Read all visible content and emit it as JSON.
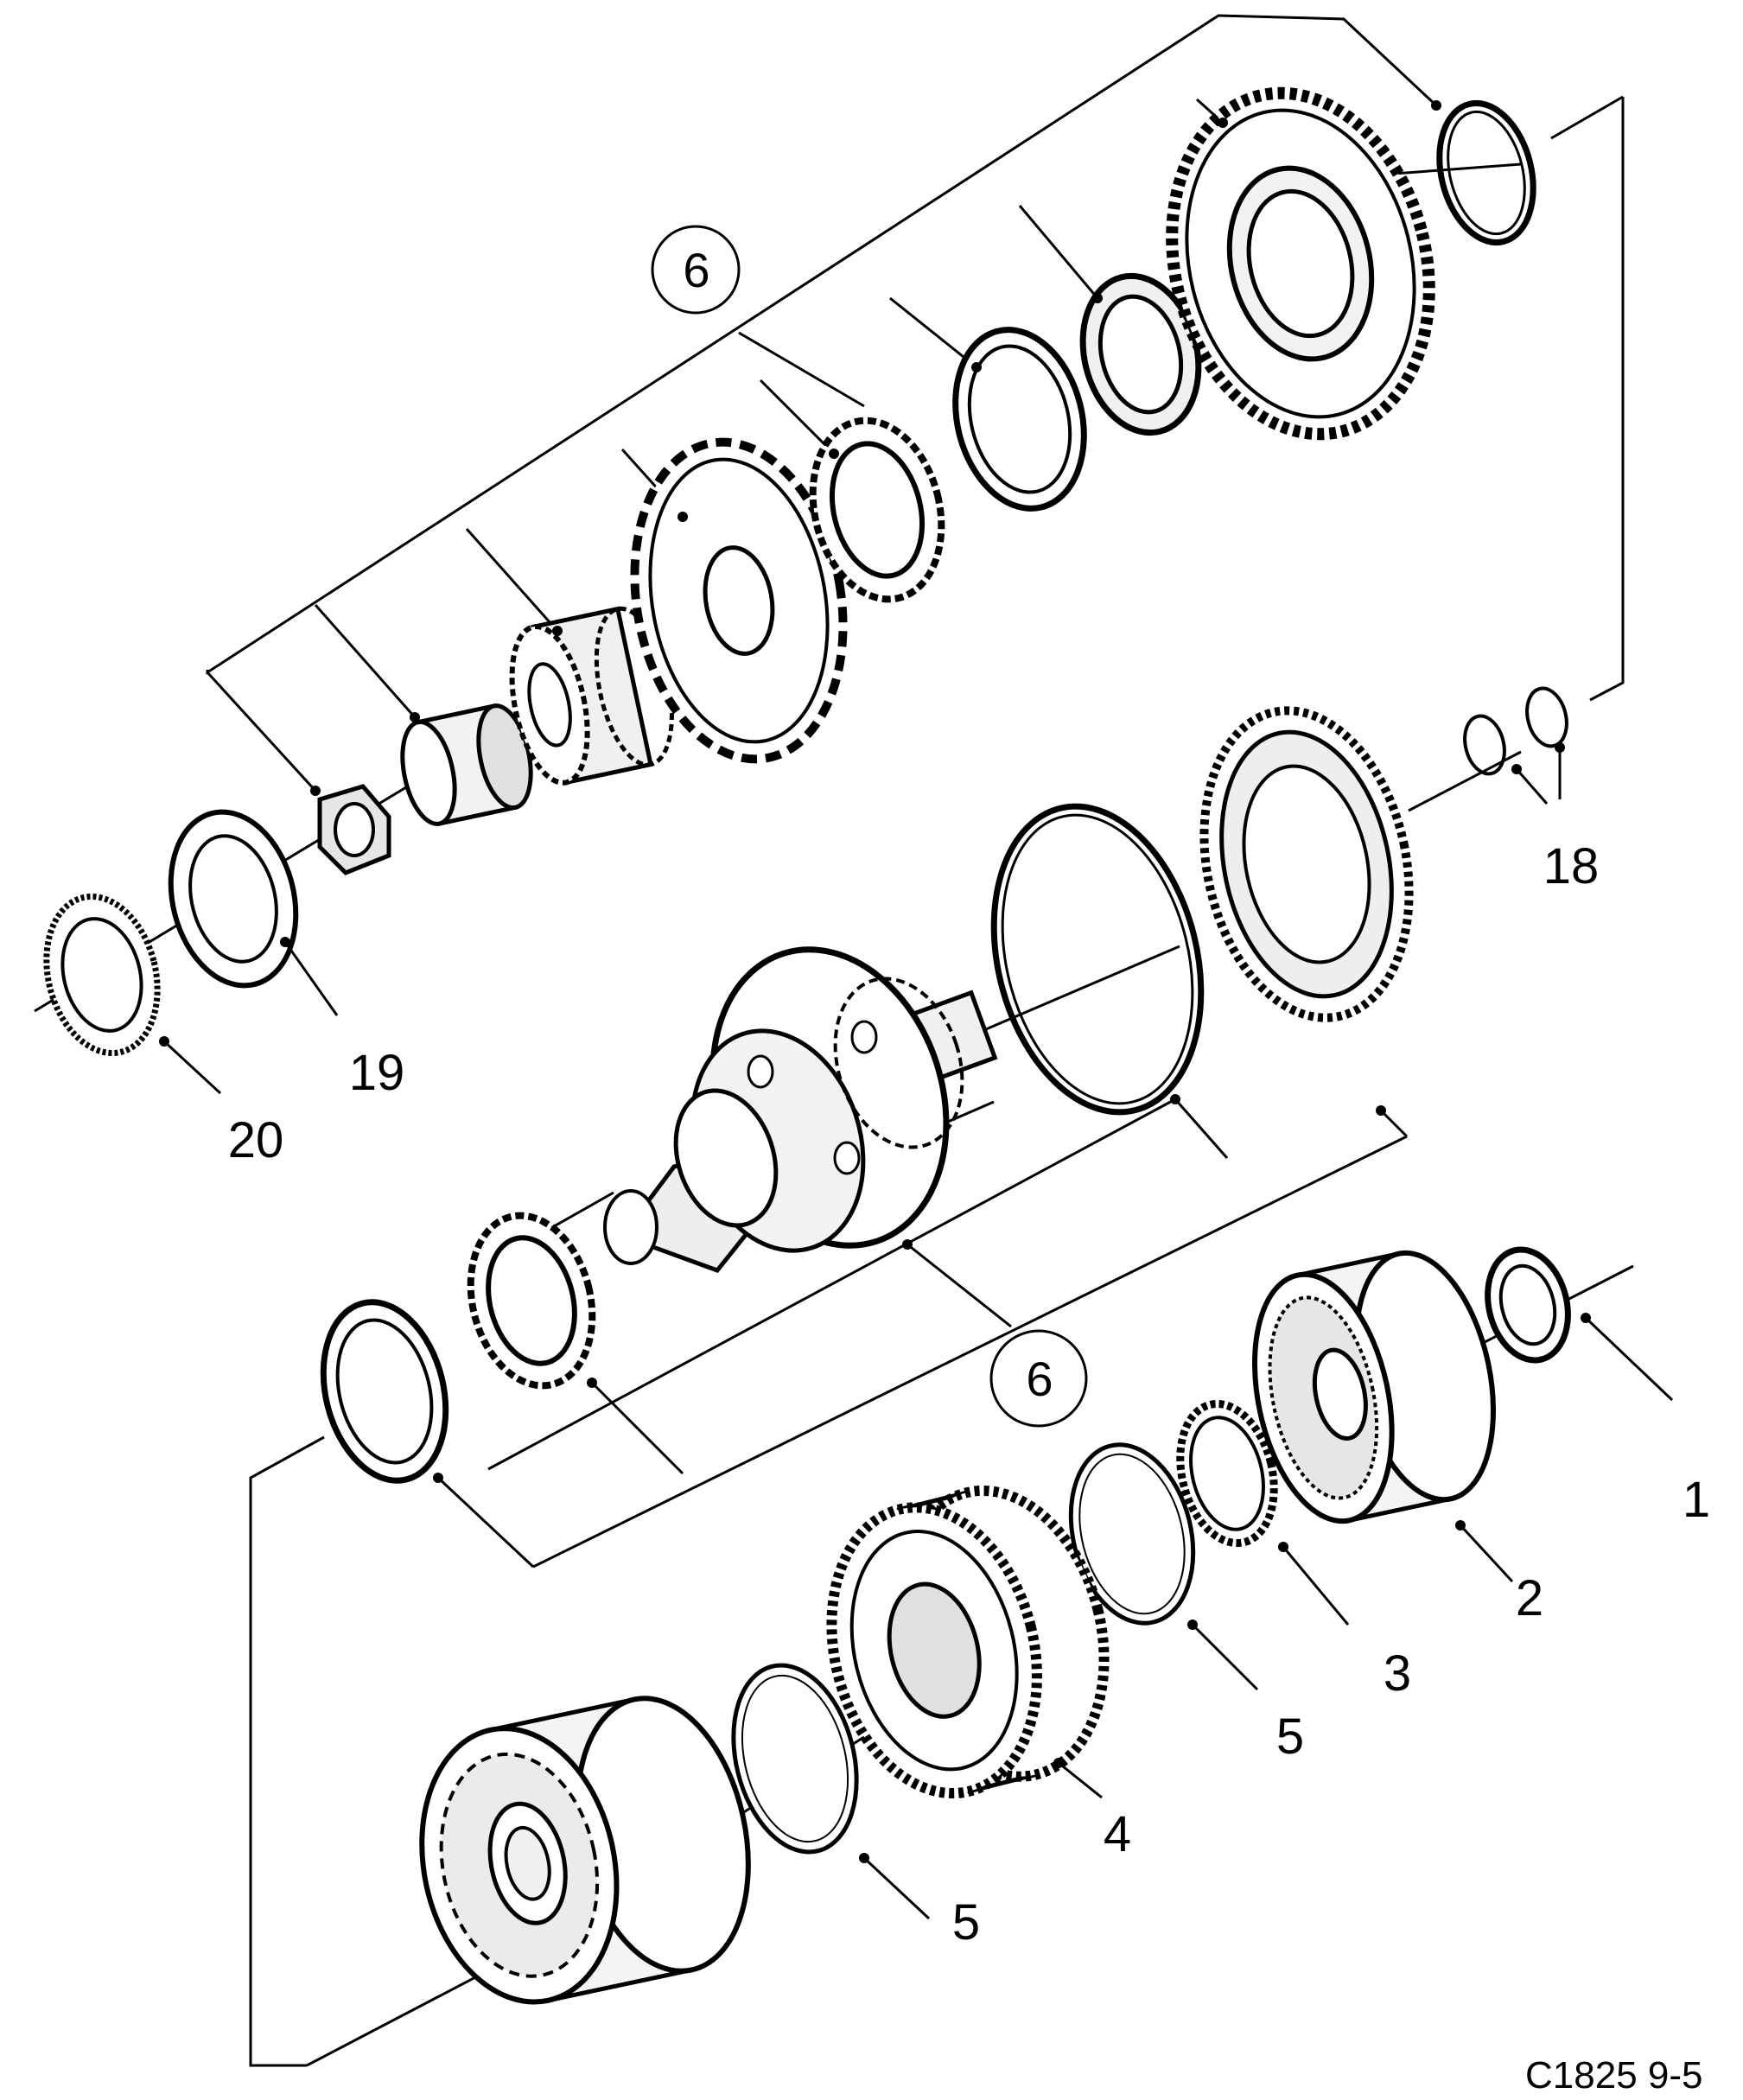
{
  "callouts": {
    "c1": "1",
    "c2": "2",
    "c3": "3",
    "c4": "4",
    "c5a": "5",
    "c5b": "5",
    "c6top": "6",
    "c6mid": "6",
    "c18": "18",
    "c19": "19",
    "c20": "20"
  },
  "figure_code": "C1825 9-5",
  "colors": {
    "line": "#000000",
    "part_fill": "#ffffff",
    "shade": "#dcdcdc"
  }
}
